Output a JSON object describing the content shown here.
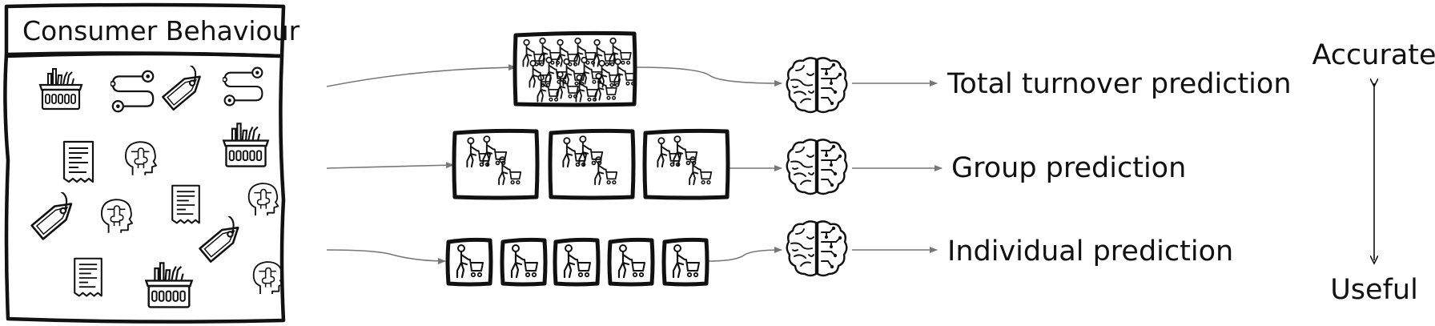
{
  "box": {
    "title": "Consumer Behaviour"
  },
  "rows": [
    {
      "label": "Total turnover prediction"
    },
    {
      "label": "Group prediction"
    },
    {
      "label": "Individual prediction"
    }
  ],
  "scale": {
    "top": "Accurate",
    "bottom": "Useful"
  },
  "icons": {
    "items": [
      "basket-icon",
      "route-icon",
      "price-tag-icon",
      "receipt-icon",
      "brain-puzzle-icon"
    ],
    "shoppers": "shopper-cart-icon",
    "model": "brain-circuit-icon"
  },
  "colors": {
    "ink": "#111111",
    "arrow": "#777777"
  }
}
